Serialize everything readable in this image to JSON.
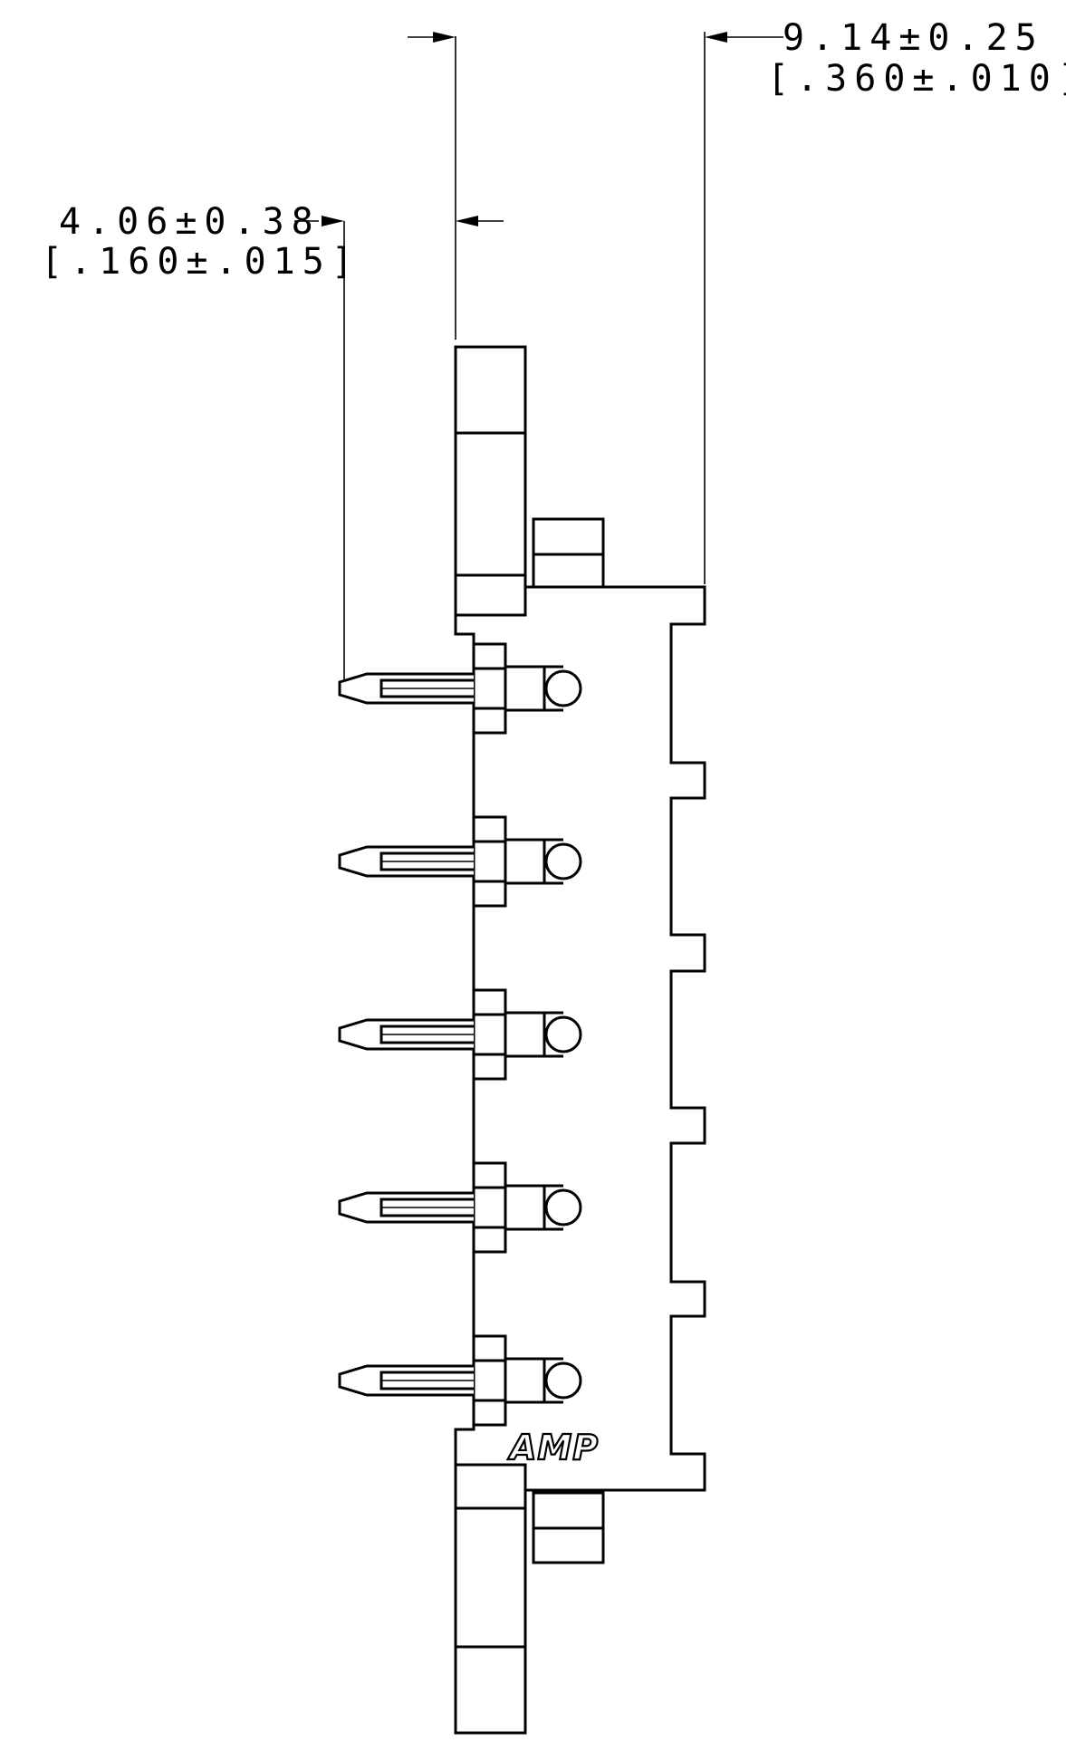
{
  "dimensions": {
    "top_width": {
      "metric": "9.14±0.25",
      "imperial": "[.360±.010]"
    },
    "pin_extension": {
      "metric": "4.06±0.38",
      "imperial": "[.160±.015]"
    }
  },
  "brand": {
    "logo_text": "AMP"
  },
  "pins": {
    "count": 5
  }
}
